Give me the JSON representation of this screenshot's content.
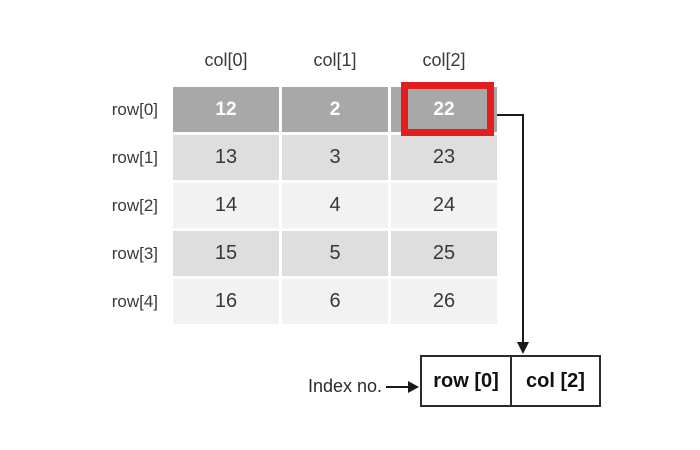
{
  "diagram": {
    "title_hint": "2D array indexing illustration",
    "col_headers": [
      "col[0]",
      "col[1]",
      "col[2]"
    ],
    "row_labels": [
      "row[0]",
      "row[1]",
      "row[2]",
      "row[3]",
      "row[4]"
    ],
    "grid": {
      "rows": [
        [
          "12",
          "2",
          "22"
        ],
        [
          "13",
          "3",
          "23"
        ],
        [
          "14",
          "4",
          "24"
        ],
        [
          "15",
          "5",
          "25"
        ],
        [
          "16",
          "6",
          "26"
        ]
      ]
    },
    "highlight": {
      "row": 0,
      "col": 2,
      "value": "22"
    },
    "index_pointer": {
      "label": "Index no.",
      "row_cell": "row [0]",
      "col_cell": "col [2]"
    },
    "colors": {
      "header_row_bg": "#a8a8a8",
      "band_dark": "#dedede",
      "band_light": "#f2f2f2",
      "highlight_red": "#e21e1e",
      "line": "#1a1a1a",
      "text": "#3a3a3a"
    }
  }
}
